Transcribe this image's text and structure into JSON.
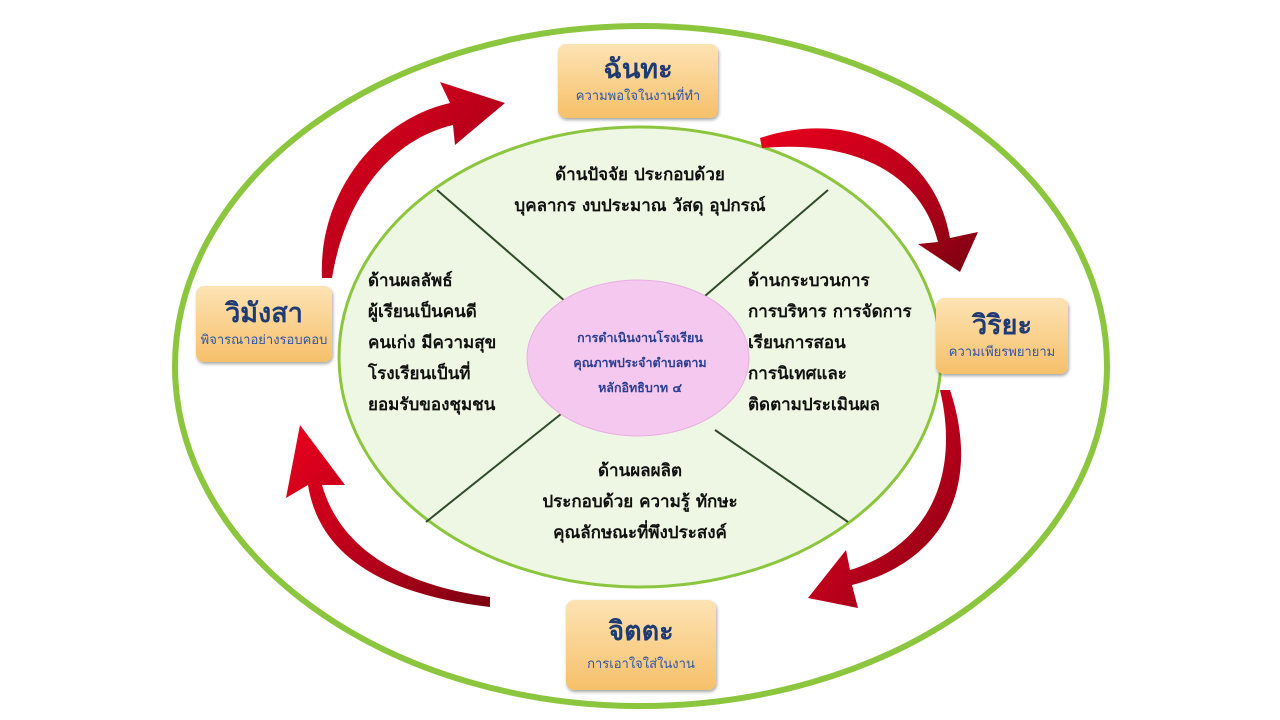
{
  "colors": {
    "outer_ring": "#8cc63f",
    "inner_ring": "#8cc63f",
    "inner_fill": "#eef6e4",
    "center_fill": "#f5c8f0",
    "arrow": "#c0001a",
    "box_fill": "#f9cc7c",
    "box_title": "#1f3b73",
    "box_sub": "#2e57a8"
  },
  "principles": {
    "top": {
      "title": "ฉันทะ",
      "subtitle": "ความพอใจในงานที่ทำ"
    },
    "right": {
      "title": "วิริยะ",
      "subtitle": "ความเพียรพยายาม"
    },
    "bottom": {
      "title": "จิตตะ",
      "subtitle": "การเอาใจใส่ในงาน"
    },
    "left": {
      "title": "วิมังสา",
      "subtitle": "พิจารณาอย่างรอบคอบ"
    }
  },
  "regions": {
    "top": {
      "lines": [
        "ด้านปัจจัย  ประกอบด้วย",
        "บุคลากร งบประมาณ วัสดุ อุปกรณ์"
      ]
    },
    "right": {
      "lines": [
        "ด้านกระบวนการ",
        "การบริหาร การจัดการ",
        "เรียนการสอน",
        "การนิเทศและ",
        "ติดตามประเมินผล"
      ]
    },
    "bottom": {
      "lines": [
        "ด้านผลผลิต",
        "ประกอบด้วย  ความรู้   ทักษะ",
        "คุณลักษณะที่พึงประสงค์"
      ]
    },
    "left": {
      "lines": [
        "ด้านผลลัพธ์",
        "ผู้เรียนเป็นคนดี",
        "คนเก่ง มีความสุข",
        "โรงเรียนเป็นที่",
        "ยอมรับของชุมชน"
      ]
    }
  },
  "center": {
    "lines": [
      "การดำเนินงานโรงเรียน",
      "คุณภาพประจำตำบลตาม",
      "หลักอิทธิบาท ๔"
    ]
  },
  "arrow_icons": [
    "curved-arrow-icon",
    "curved-arrow-icon",
    "curved-arrow-icon",
    "curved-arrow-icon"
  ]
}
